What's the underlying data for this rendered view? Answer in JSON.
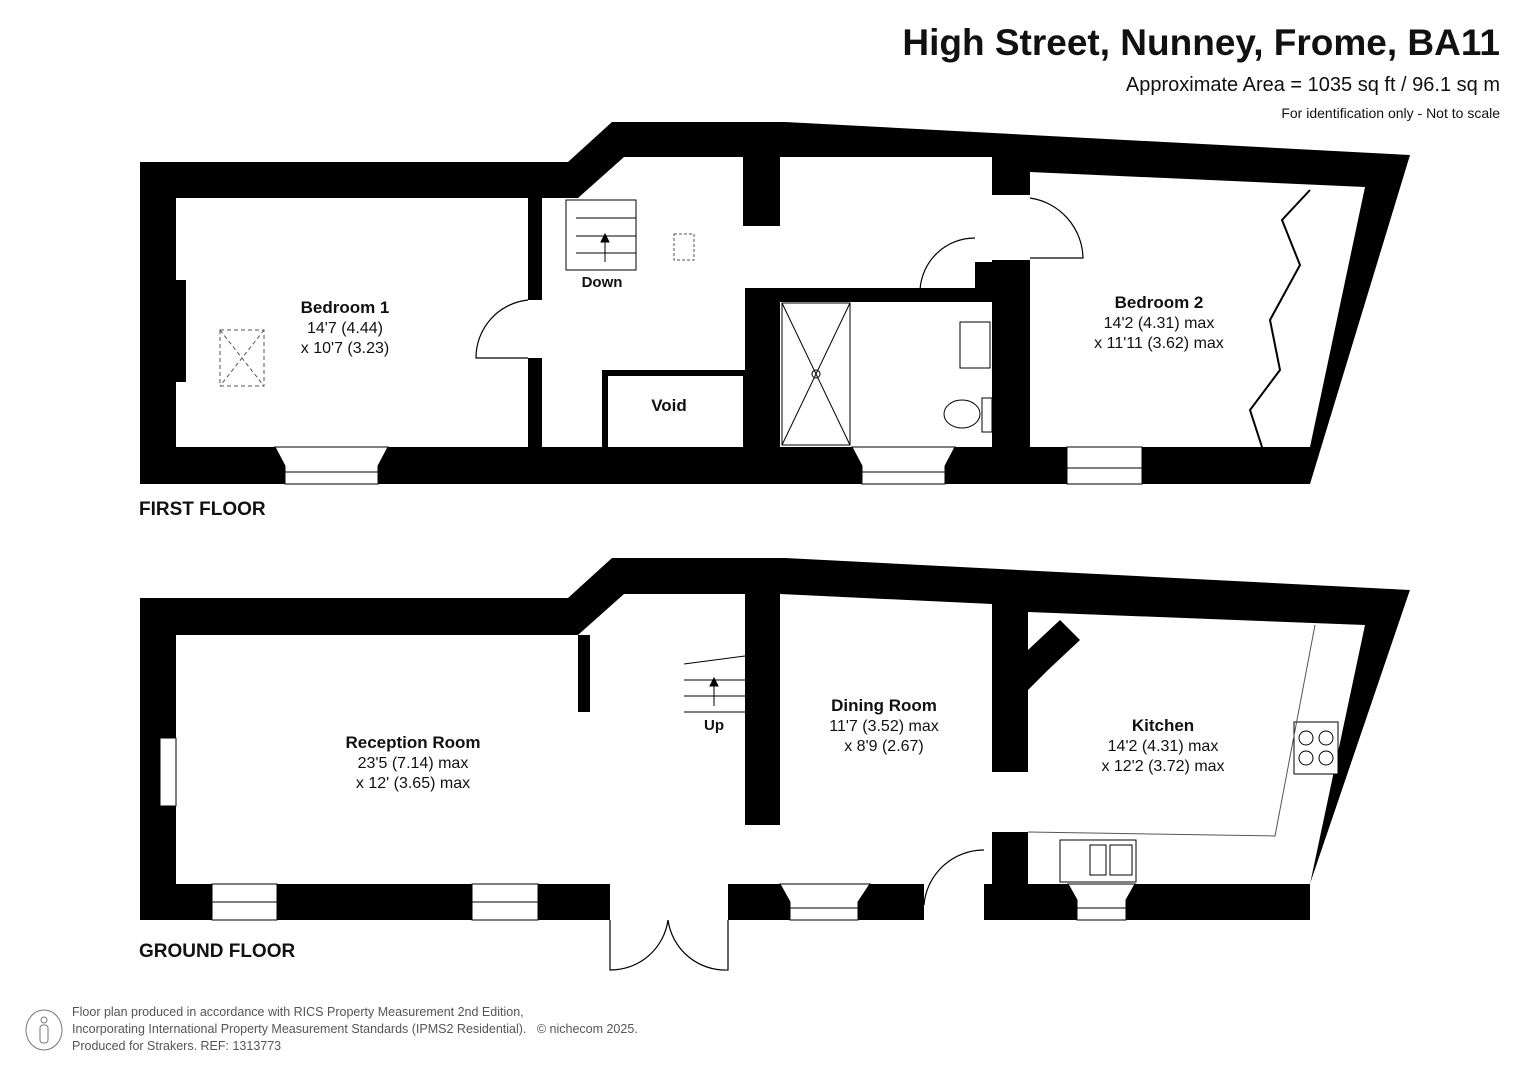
{
  "header": {
    "title": "High Street, Nunney, Frome, BA11",
    "area": "Approximate Area = 1035 sq ft / 96.1 sq m",
    "note": "For identification only - Not to scale"
  },
  "first_floor": {
    "label": "FIRST FLOOR",
    "bedroom1": {
      "name": "Bedroom 1",
      "dim1": "14'7 (4.44)",
      "dim2": "x 10'7 (3.23)"
    },
    "bedroom2": {
      "name": "Bedroom 2",
      "dim1": "14'2 (4.31) max",
      "dim2": "x 11'11 (3.62) max"
    },
    "void": "Void",
    "stairs": "Down"
  },
  "ground_floor": {
    "label": "GROUND FLOOR",
    "reception": {
      "name": "Reception Room",
      "dim1": "23'5 (7.14) max",
      "dim2": "x 12' (3.65) max"
    },
    "dining": {
      "name": "Dining Room",
      "dim1": "11'7 (3.52) max",
      "dim2": "x 8'9 (2.67)"
    },
    "kitchen": {
      "name": "Kitchen",
      "dim1": "14'2 (4.31) max",
      "dim2": "x  12'2 (3.72) max"
    },
    "stairs": "Up"
  },
  "footer": {
    "line1": "Floor plan produced in accordance with RICS Property Measurement 2nd Edition,",
    "line2": "Incorporating International Property Measurement Standards (IPMS2 Residential).",
    "copyright": "© nichecom 2025.",
    "line3": "Produced for Strakers.   REF: 1313773"
  }
}
